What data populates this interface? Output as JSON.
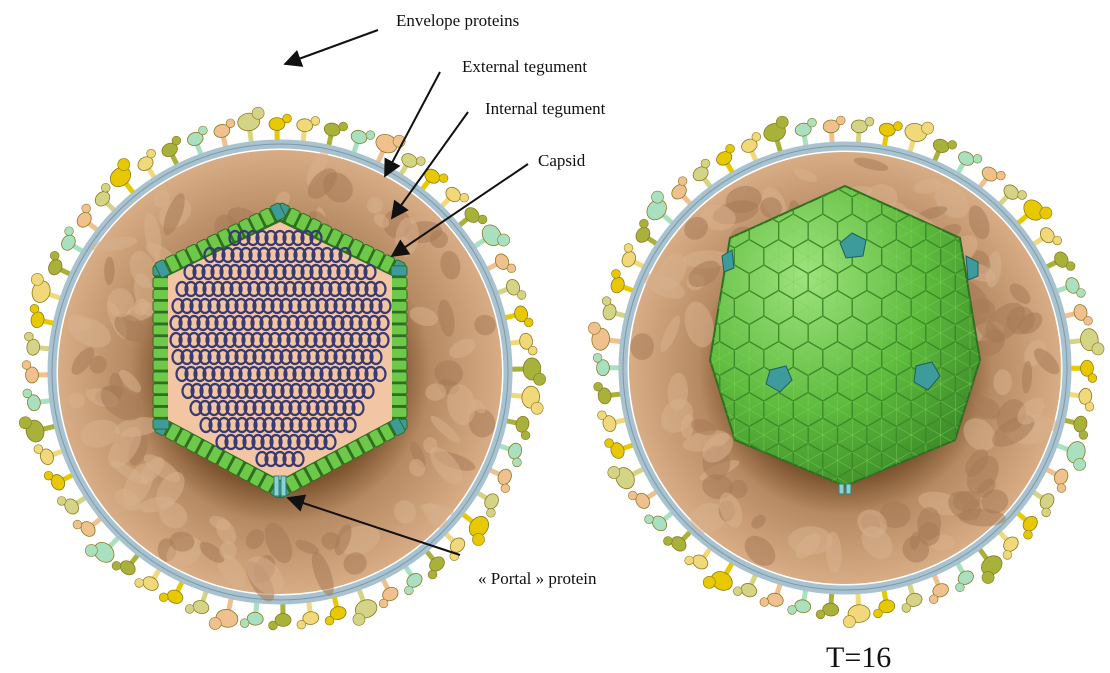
{
  "labels": {
    "envelope": "Envelope proteins",
    "external": "External tegument",
    "internal": "Internal tegument",
    "capsid": "Capsid",
    "portal": "« Portal » protein",
    "tnumber": "T=16"
  },
  "colors": {
    "tegument": "#c69a76",
    "tegument_dark": "#7e5530",
    "tegument_patch": "#a67a55",
    "membrane": "#a9c2cf",
    "capsid_green": "#6ec94a",
    "capsid_green_dark": "#3f8f2a",
    "capsid_penton": "#3d9b9b",
    "genome_inner": "#f2c6a3",
    "genome_strand": "#3a3a72",
    "glyco_colors": [
      "#e8c800",
      "#f1d87a",
      "#a8b23a",
      "#a8e0c0",
      "#f0c08e",
      "#d4d486"
    ]
  }
}
